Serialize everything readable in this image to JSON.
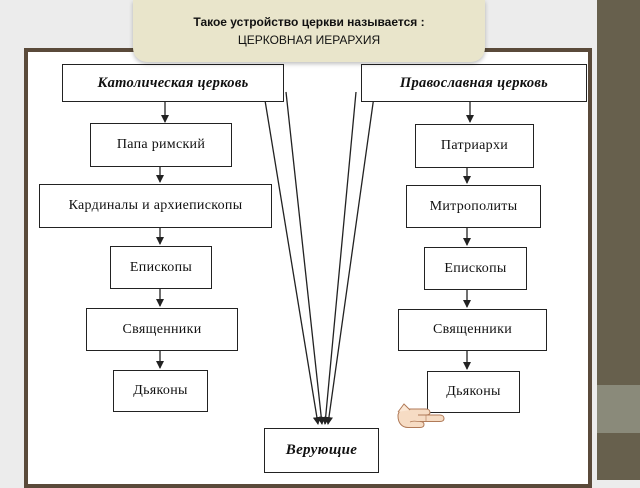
{
  "callout": {
    "line1": "Такое устройство церкви называется :",
    "line2": "ЦЕРКОВНАЯ ИЕРАРХИЯ"
  },
  "catholic": {
    "head": "Католическая церковь",
    "levels": [
      "Папа римский",
      "Кардиналы и архиепископы",
      "Епископы",
      "Священники",
      "Дьяконы"
    ]
  },
  "orthodox": {
    "head": "Православная церковь",
    "levels": [
      "Патриархи",
      "Митрополиты",
      "Епископы",
      "Священники",
      "Дьяконы"
    ]
  },
  "believers": "Верующие",
  "colors": {
    "frame": "#5a4a3a",
    "callout": "#e9e5cb",
    "side_band": "#67604d"
  },
  "icons": [
    "pointing-hand-icon"
  ]
}
